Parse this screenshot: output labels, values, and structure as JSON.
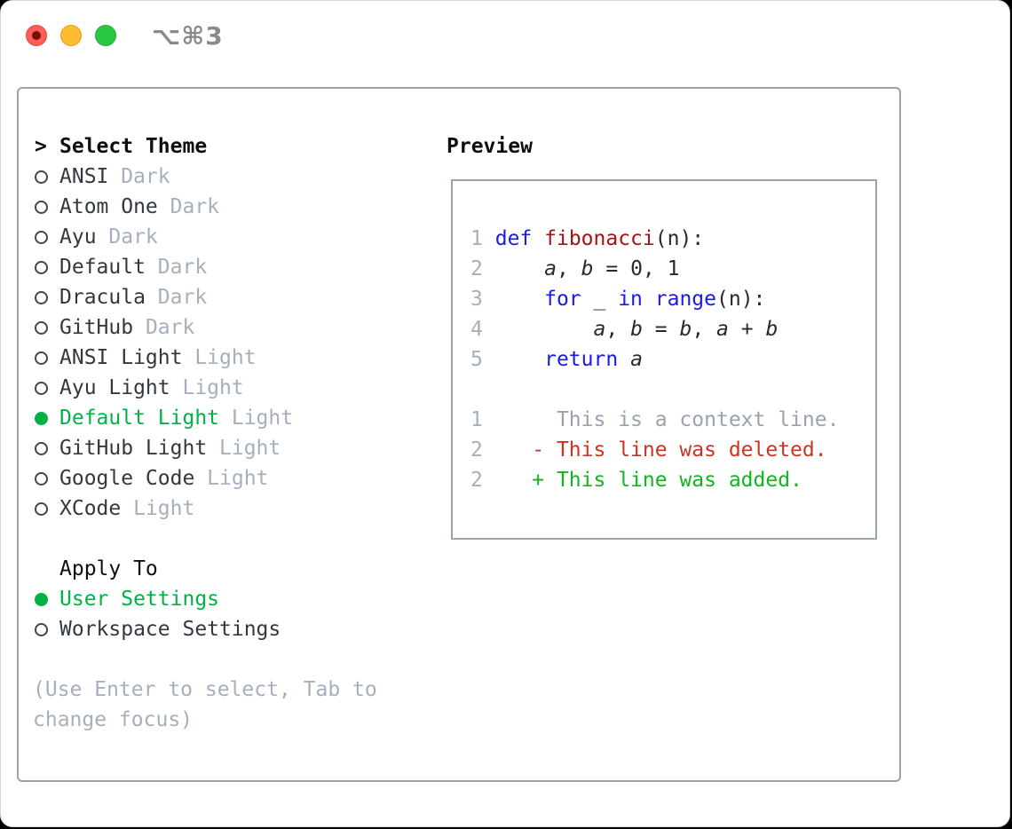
{
  "window": {
    "shortcut": "⌥⌘3",
    "traffic_lights": [
      {
        "name": "close",
        "color": "#ff5f57"
      },
      {
        "name": "minimize",
        "color": "#febc2e"
      },
      {
        "name": "zoom",
        "color": "#28c840"
      }
    ]
  },
  "colors": {
    "accent_green": "#00b246",
    "keyword_blue": "#1a1aee",
    "function_red": "#a31515",
    "deleted_red": "#cd3322",
    "added_green": "#12b422",
    "context_gray": "#9aa2ae",
    "muted_gray": "#a6afbd",
    "border_gray": "#9aa2ad",
    "text_dark": "#33383f",
    "ink_black": "#0c0e10"
  },
  "theme_menu": {
    "cursor": ">",
    "title": "Select Theme",
    "items": [
      {
        "label": "ANSI",
        "variant": "Dark",
        "selected": false
      },
      {
        "label": "Atom One",
        "variant": "Dark",
        "selected": false
      },
      {
        "label": "Ayu",
        "variant": "Dark",
        "selected": false
      },
      {
        "label": "Default",
        "variant": "Dark",
        "selected": false
      },
      {
        "label": "Dracula",
        "variant": "Dark",
        "selected": false
      },
      {
        "label": "GitHub",
        "variant": "Dark",
        "selected": false
      },
      {
        "label": "ANSI Light",
        "variant": "Light",
        "selected": false
      },
      {
        "label": "Ayu Light",
        "variant": "Light",
        "selected": false
      },
      {
        "label": "Default Light",
        "variant": "Light",
        "selected": true
      },
      {
        "label": "GitHub Light",
        "variant": "Light",
        "selected": false
      },
      {
        "label": "Google Code",
        "variant": "Light",
        "selected": false
      },
      {
        "label": "XCode",
        "variant": "Light",
        "selected": false
      }
    ]
  },
  "apply_to": {
    "title": "Apply To",
    "options": [
      {
        "label": "User Settings",
        "selected": true
      },
      {
        "label": "Workspace Settings",
        "selected": false
      }
    ]
  },
  "help_text": "(Use Enter to select, Tab to change focus)",
  "preview": {
    "title": "Preview",
    "code_lines": [
      {
        "num": "1",
        "tokens": [
          {
            "t": "def",
            "c": "kw"
          },
          {
            "t": " ",
            "c": "pl"
          },
          {
            "t": "fibonacci",
            "c": "fn"
          },
          {
            "t": "(n):",
            "c": "pl"
          }
        ]
      },
      {
        "num": "2",
        "tokens": [
          {
            "t": "    ",
            "c": "pl"
          },
          {
            "t": "a",
            "c": "var"
          },
          {
            "t": ", ",
            "c": "pl"
          },
          {
            "t": "b",
            "c": "var"
          },
          {
            "t": " = 0, 1",
            "c": "pl"
          }
        ]
      },
      {
        "num": "3",
        "tokens": [
          {
            "t": "    ",
            "c": "pl"
          },
          {
            "t": "for",
            "c": "kw"
          },
          {
            "t": " _ ",
            "c": "pl"
          },
          {
            "t": "in",
            "c": "kw"
          },
          {
            "t": " ",
            "c": "pl"
          },
          {
            "t": "range",
            "c": "kw"
          },
          {
            "t": "(n):",
            "c": "pl"
          }
        ]
      },
      {
        "num": "4",
        "tokens": [
          {
            "t": "        ",
            "c": "pl"
          },
          {
            "t": "a",
            "c": "var"
          },
          {
            "t": ", ",
            "c": "pl"
          },
          {
            "t": "b",
            "c": "var"
          },
          {
            "t": " = ",
            "c": "pl"
          },
          {
            "t": "b",
            "c": "var"
          },
          {
            "t": ", ",
            "c": "pl"
          },
          {
            "t": "a",
            "c": "var"
          },
          {
            "t": " + ",
            "c": "pl"
          },
          {
            "t": "b",
            "c": "var"
          }
        ]
      },
      {
        "num": "5",
        "tokens": [
          {
            "t": "    ",
            "c": "pl"
          },
          {
            "t": "return",
            "c": "kw"
          },
          {
            "t": " ",
            "c": "pl"
          },
          {
            "t": "a",
            "c": "var"
          }
        ]
      }
    ],
    "diff_lines": [
      {
        "num": "1",
        "sign": " ",
        "text": "This is a context line.",
        "type": "context"
      },
      {
        "num": "2",
        "sign": "-",
        "text": "This line was deleted.",
        "type": "deleted"
      },
      {
        "num": "2",
        "sign": "+",
        "text": "This line was added.",
        "type": "added"
      }
    ]
  }
}
